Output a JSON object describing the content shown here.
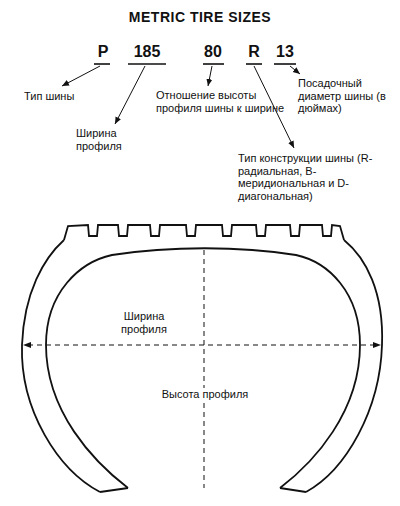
{
  "diagram": {
    "title": "METRIC TIRE SIZES",
    "labels": [
      "P",
      "185",
      "80",
      "R",
      "13",
      "Тип шины",
      "Ширина профиля",
      "Отношение высоты профиля шины к ширине",
      "Посадочный диаметр шины (в дюймах)",
      "Тип конструкции шины (R- радиальная, B- меридиональная и D- диагональная)",
      "Ширина профиля",
      "Высота профиля"
    ]
  }
}
